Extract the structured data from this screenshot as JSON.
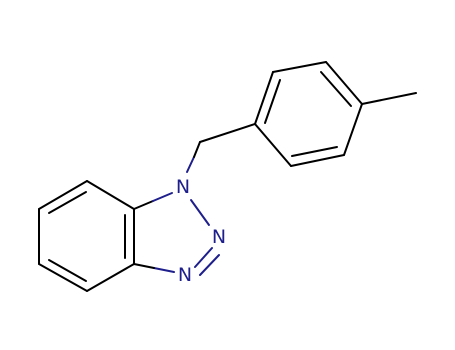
{
  "molecule": {
    "atoms": [
      {
        "id": "N1",
        "label": "N"
      },
      {
        "id": "N2",
        "label": "N"
      },
      {
        "id": "N3",
        "label": "N"
      }
    ]
  },
  "colors": {
    "bond": "#000000",
    "bond_nitrogen": "#1e1e8c",
    "nitrogen_label": "#1e1e8c",
    "background": "#ffffff"
  }
}
